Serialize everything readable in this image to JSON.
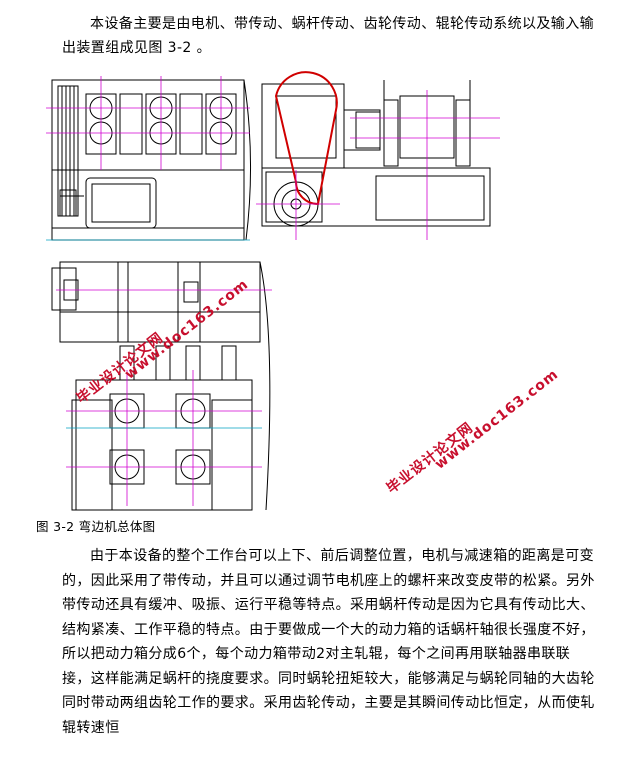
{
  "text": {
    "paragraph1": "本设备主要是由电机、带传动、蜗杆传动、齿轮传动、辊轮传动系统以及输入输出装置组成见图 3-2 。",
    "caption": "图 3-2  弯边机总体图",
    "paragraph2": "由于本设备的整个工作台可以上下、前后调整位置，电机与减速箱的距离是可变的，因此采用了带传动，并且可以通过调节电机座上的螺杆来改变皮带的松紧。另外带传动还具有缓冲、吸振、运行平稳等特点。采用蜗杆传动是因为它具有传动比大、结构紧凑、工作平稳的特点。由于要做成一个大的动力箱的话蜗杆轴很长强度不好，所以把动力箱分成6个，每个动力箱带动2对主轧辊，每个之间再用联轴器串联联接，这样能满足蜗杆的挠度要求。同时蜗轮扭矩较大，能够满足与蜗轮同轴的大齿轮同时带动两组齿轮工作的要求。采用齿轮传动，主要是其瞬间传动比恒定，从而使轧辊转速恒"
  },
  "watermarks": {
    "site": "www.doc163.com",
    "name": "毕业设计论文网"
  },
  "colors": {
    "watermark": "#c8102e",
    "centerline": "#d000d0",
    "belt": "#d00000",
    "drawing": "#000000",
    "dimension": "#00a0c0"
  }
}
